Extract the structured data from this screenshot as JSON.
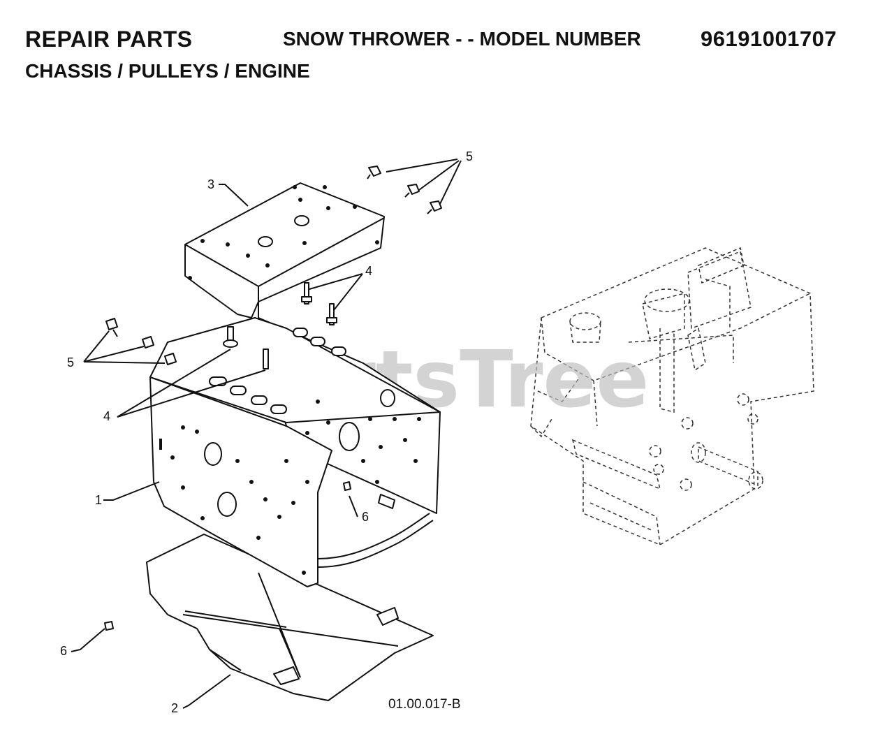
{
  "header": {
    "left_title": "REPAIR PARTS",
    "middle_title": "SNOW THROWER - - MODEL NUMBER",
    "model_number": "96191001707",
    "subtitle": "CHASSIS / PULLEYS / ENGINE"
  },
  "watermark": "PartsTree",
  "figure_code": "01.00.017-B",
  "callouts": {
    "c1": "1",
    "c2": "2",
    "c3": "3",
    "c4_top": "4",
    "c4_left": "4",
    "c5_top": "5",
    "c5_left": "5",
    "c6_right": "6",
    "c6_left": "6"
  }
}
